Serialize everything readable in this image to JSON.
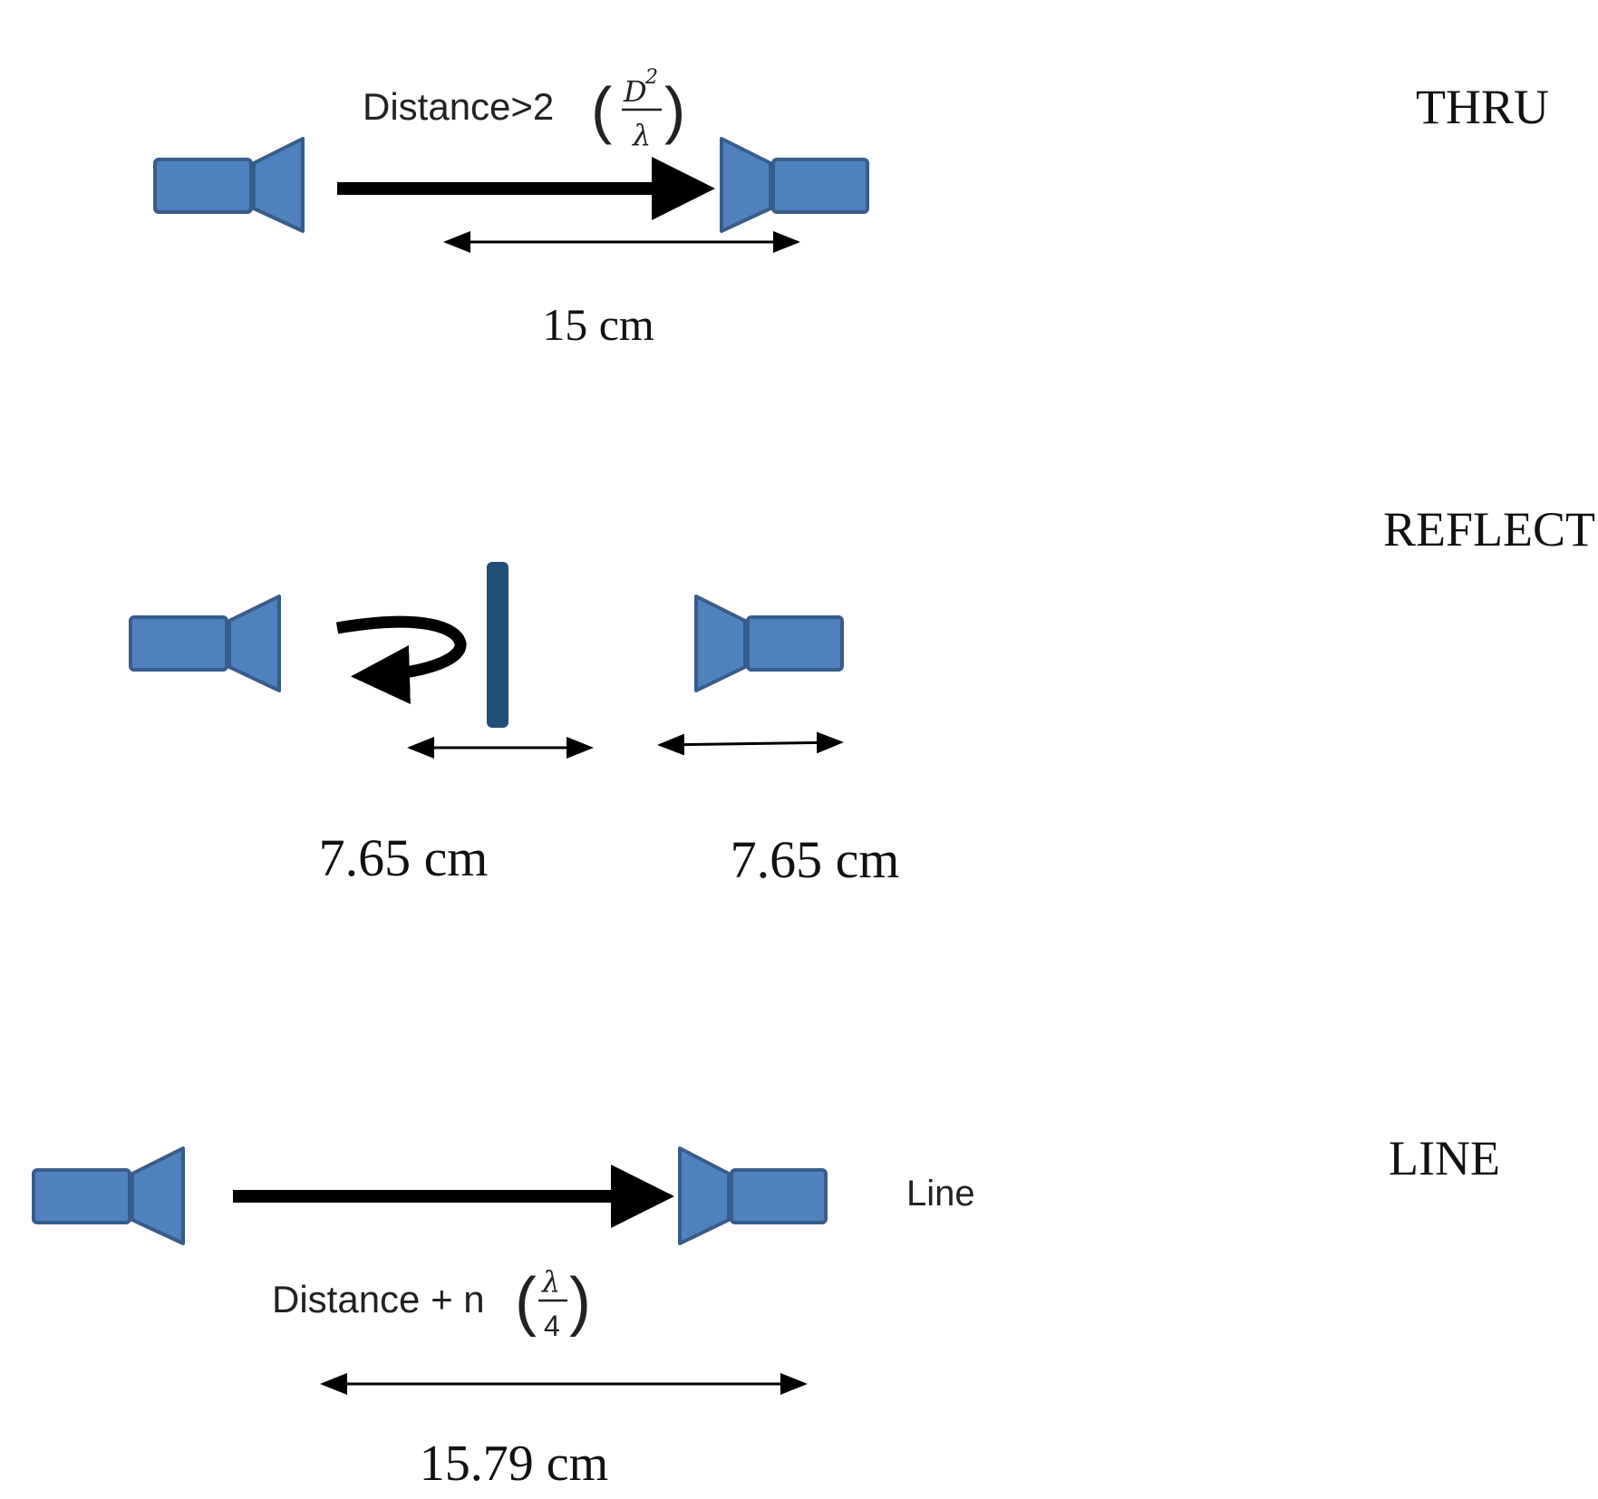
{
  "colors": {
    "horn_fill": "#4f81bd",
    "horn_stroke": "#385d8a",
    "reflector": "#1f4e79",
    "arrow": "#000000"
  },
  "sections": {
    "thru": {
      "title": "THRU",
      "formula": {
        "prefix": "Distance>2",
        "numerator": "D",
        "exponent": "2",
        "denominator": "λ"
      },
      "dimension": "15 cm"
    },
    "reflect": {
      "title": "REFLECT",
      "dimension_left": "7.65 cm",
      "dimension_right": "7.65 cm"
    },
    "line": {
      "title": "LINE",
      "line_label": "Line",
      "formula": {
        "prefix": "Distance + n",
        "numerator": "λ",
        "denominator": "4"
      },
      "dimension": "15.79 cm"
    }
  }
}
